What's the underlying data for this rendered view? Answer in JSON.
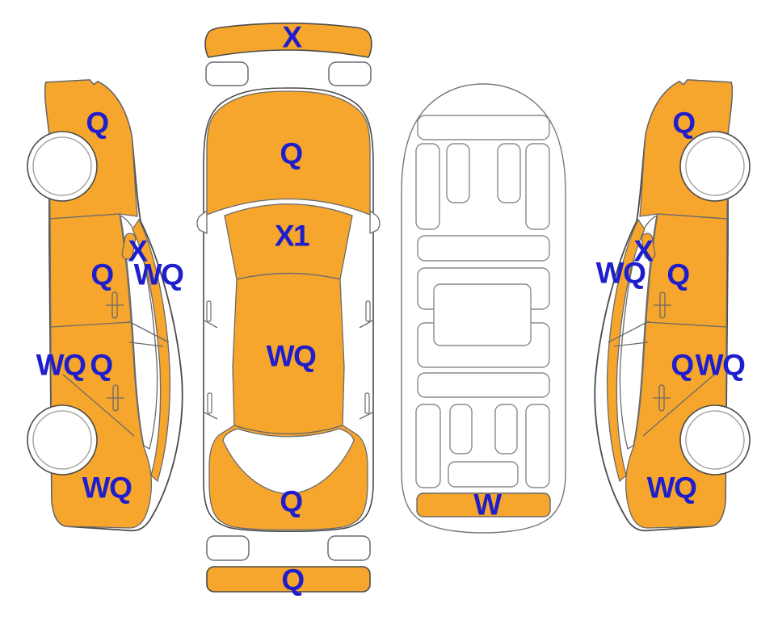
{
  "diagram": {
    "type": "vehicle-damage-pictogram",
    "background": "#FFFFFF",
    "colors": {
      "panel_orange": "#F6A62C",
      "code_text_blue": "#1E1ECC",
      "outline_gray": "#4A4A4A",
      "inner_line_gray": "#6A6A6A",
      "underbody_line_gray": "#8A8A8A"
    },
    "views": {
      "left_side": {
        "title": "left-side-view",
        "labels": [
          {
            "code": "Q",
            "area": "front-fender"
          },
          {
            "code": "X",
            "area": "door-mirror"
          },
          {
            "code": "Q",
            "area": "front-door"
          },
          {
            "code": "WQ",
            "area": "side-glass"
          },
          {
            "code": "WQ",
            "area": "rocker-panel"
          },
          {
            "code": "Q",
            "area": "rear-door"
          },
          {
            "code": "WQ",
            "area": "rear-quarter"
          }
        ]
      },
      "top": {
        "title": "top-view",
        "labels": [
          {
            "code": "X",
            "area": "front-bumper"
          },
          {
            "code": "Q",
            "area": "hood"
          },
          {
            "code": "X1",
            "area": "windshield"
          },
          {
            "code": "WQ",
            "area": "roof"
          },
          {
            "code": "Q",
            "area": "trunk-lid"
          },
          {
            "code": "Q",
            "area": "rear-bumper"
          }
        ]
      },
      "underbody": {
        "title": "underbody-view",
        "labels": [
          {
            "code": "W",
            "area": "rear-underbody"
          }
        ]
      },
      "right_side": {
        "title": "right-side-view",
        "labels": [
          {
            "code": "Q",
            "area": "front-fender"
          },
          {
            "code": "X",
            "area": "door-mirror"
          },
          {
            "code": "WQ",
            "area": "side-glass"
          },
          {
            "code": "Q",
            "area": "front-door"
          },
          {
            "code": "Q",
            "area": "rear-door"
          },
          {
            "code": "WQ",
            "area": "rocker-panel"
          },
          {
            "code": "WQ",
            "area": "rear-quarter"
          }
        ]
      }
    }
  }
}
